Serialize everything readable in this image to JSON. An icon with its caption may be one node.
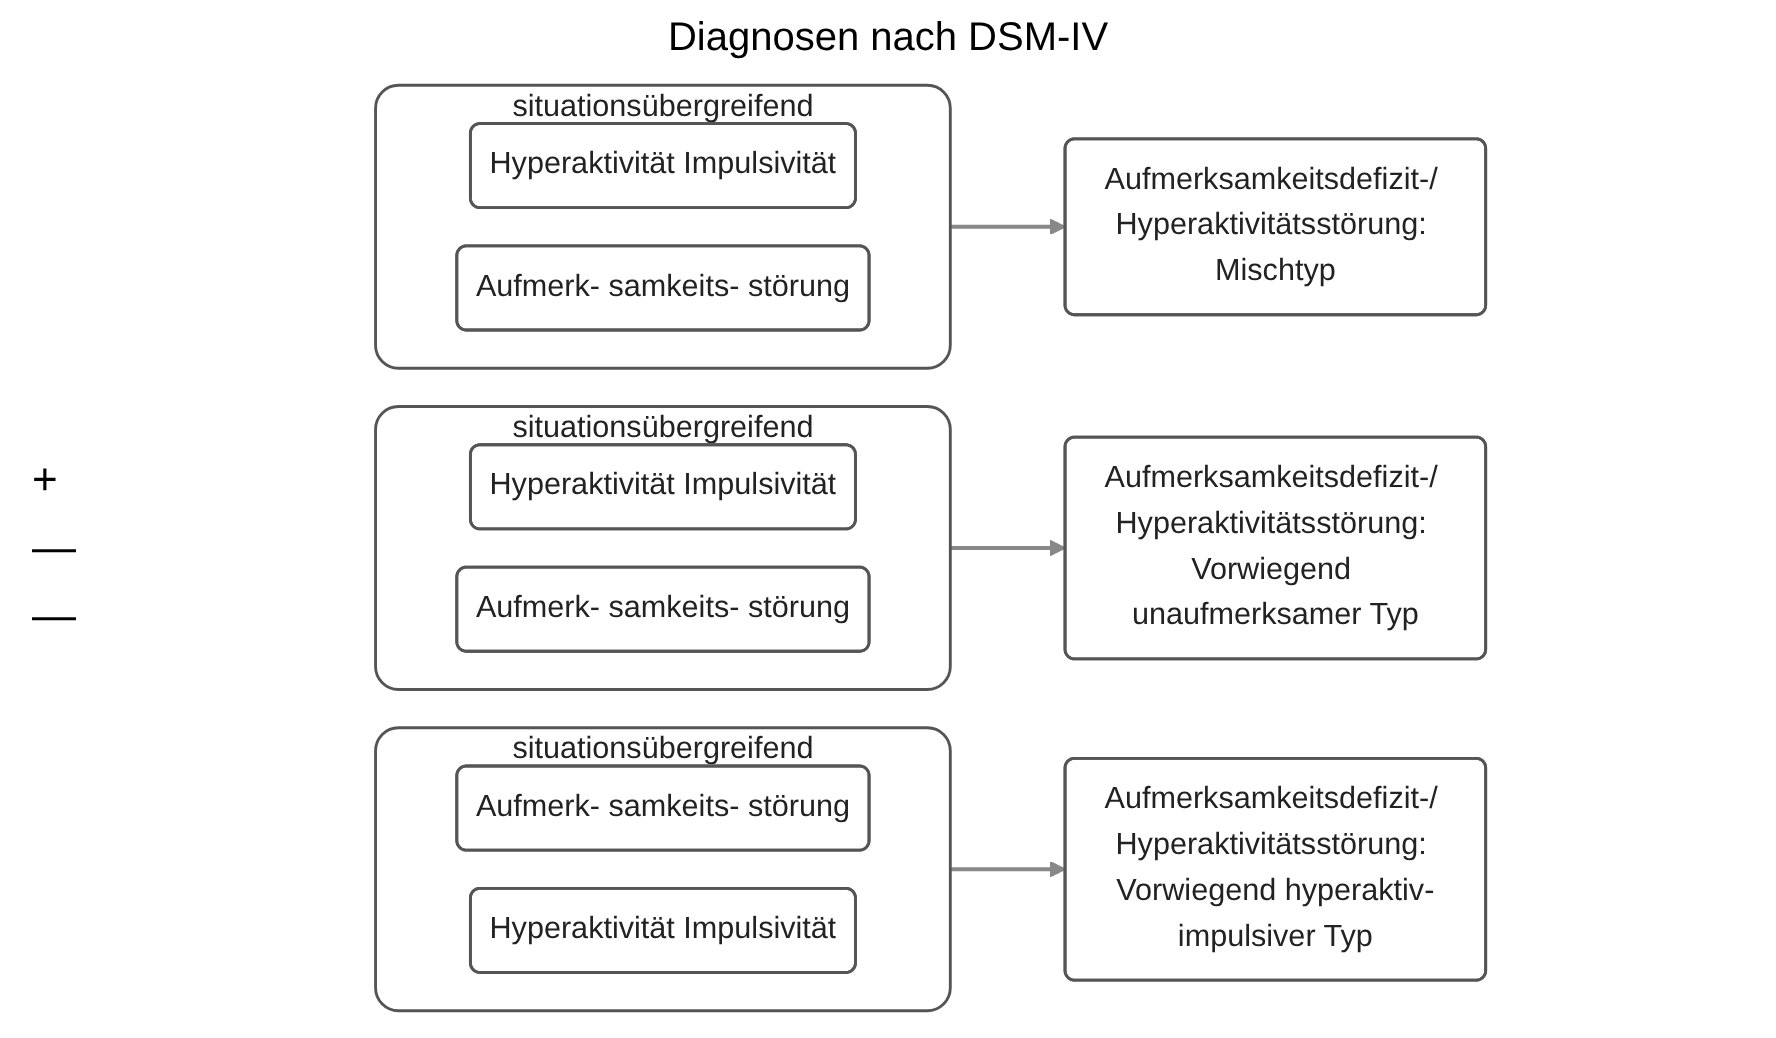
{
  "diagram": {
    "title": "Diagnosen nach DSM-IV",
    "nodes": [
      {
        "text": [
          "situationsübergreifend"
        ]
      },
      {
        "text": [
          "Aufmerk- samkeits- störung"
        ],
        "in": 0
      },
      {
        "text": [
          "Hyperaktivität Impulsivität"
        ],
        "in": 0
      },
      {
        "text": [
          "Aufmerksamkeitsdefizit-/ Hyperaktivitätsstörung: Mischtyp"
        ]
      },
      {
        "text": [
          "situationsübergreifend"
        ]
      },
      {
        "text": [
          "Aufmerk- samkeits- störung"
        ],
        "in": 4
      },
      {
        "text": [
          "Hyperaktivität Impulsivität"
        ],
        "in": 4
      },
      {
        "text": [
          "Aufmerksamkeitsdefizit-/ Hyperaktivitätsstörung: Vorwiegend unaufmerksamer Typ"
        ]
      },
      {
        "text": [
          "situationsübergreifend"
        ]
      },
      {
        "text": [
          "Hyperaktivität Impulsivität"
        ],
        "in": 8
      },
      {
        "text": [
          "Aufmerk- samkeits- störung"
        ],
        "in": 8
      },
      {
        "text": [
          "Aufmerksamkeitsdefizit-/ Hyperaktivitätsstörung: Vorwiegend hyperaktiv-impulsiver Typ"
        ]
      }
    ],
    "edges": [
      {
        "from": 0,
        "to": 3,
        "arrow": "to"
      },
      {
        "from": 4,
        "to": 7,
        "arrow": "to"
      },
      {
        "from": 8,
        "to": 11,
        "arrow": "to"
      }
    ],
    "labels": [
      "+",
      "—",
      "—"
    ]
  }
}
